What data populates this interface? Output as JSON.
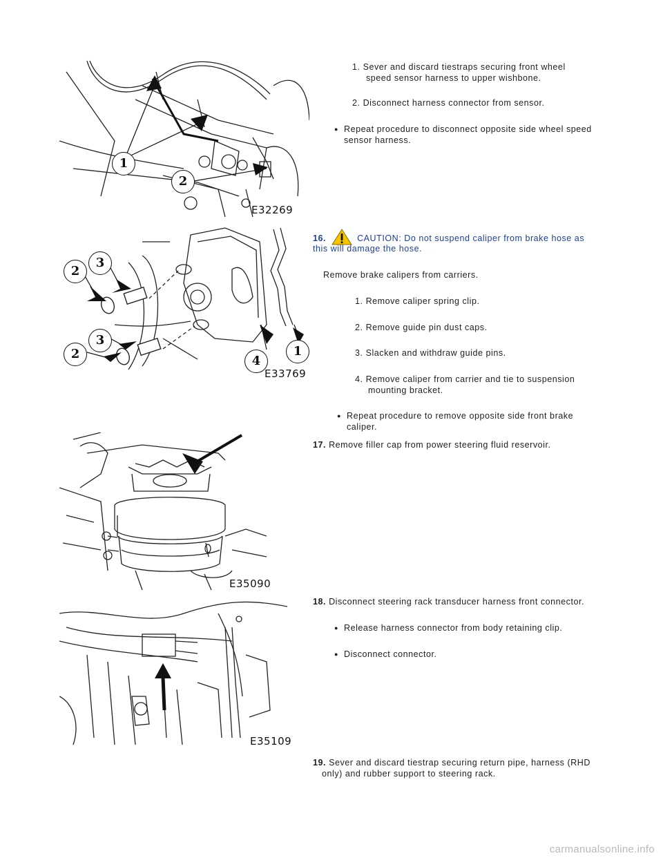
{
  "figures": {
    "fig1": {
      "label": "E32269",
      "callouts": [
        "1",
        "2"
      ]
    },
    "fig2": {
      "label": "E33769",
      "callouts": [
        "3",
        "2",
        "3",
        "2",
        "4",
        "1"
      ]
    },
    "fig3": {
      "label": "E35090"
    },
    "fig4": {
      "label": "E35109"
    }
  },
  "section1": {
    "item1_num": "1.",
    "item1_line1": "Sever and discard tiestraps securing front wheel",
    "item1_line2": "speed sensor harness to upper wishbone.",
    "item2_num": "2.",
    "item2": "Disconnect harness connector from sensor.",
    "bullet_line1": "Repeat procedure to disconnect opposite side wheel speed",
    "bullet_line2": "sensor harness."
  },
  "step16": {
    "num": "16.",
    "caution_line1": "CAUTION: Do not suspend caliper from brake hose as",
    "caution_line2": "this will damage the hose.",
    "intro": "Remove brake calipers from carriers.",
    "items": [
      {
        "num": "1.",
        "line1": "Remove caliper spring clip."
      },
      {
        "num": "2.",
        "line1": "Remove guide pin dust caps."
      },
      {
        "num": "3.",
        "line1": "Slacken and withdraw guide pins."
      },
      {
        "num": "4.",
        "line1": "Remove caliper from carrier and tie to suspension",
        "line2": "mounting bracket."
      }
    ],
    "bullet_line1": "Repeat procedure to remove opposite side front brake",
    "bullet_line2": "caliper."
  },
  "step17": {
    "num": "17.",
    "text": "Remove filler cap from power steering fluid reservoir."
  },
  "step18": {
    "num": "18.",
    "text": "Disconnect steering rack transducer harness front connector.",
    "bullet1": "Release harness connector from body retaining clip.",
    "bullet2": "Disconnect connector."
  },
  "step19": {
    "num": "19.",
    "line1": "Sever and discard tiestrap securing return pipe, harness (RHD",
    "line2": "only) and rubber support to steering rack."
  },
  "watermark": "carmanualsonline.info"
}
